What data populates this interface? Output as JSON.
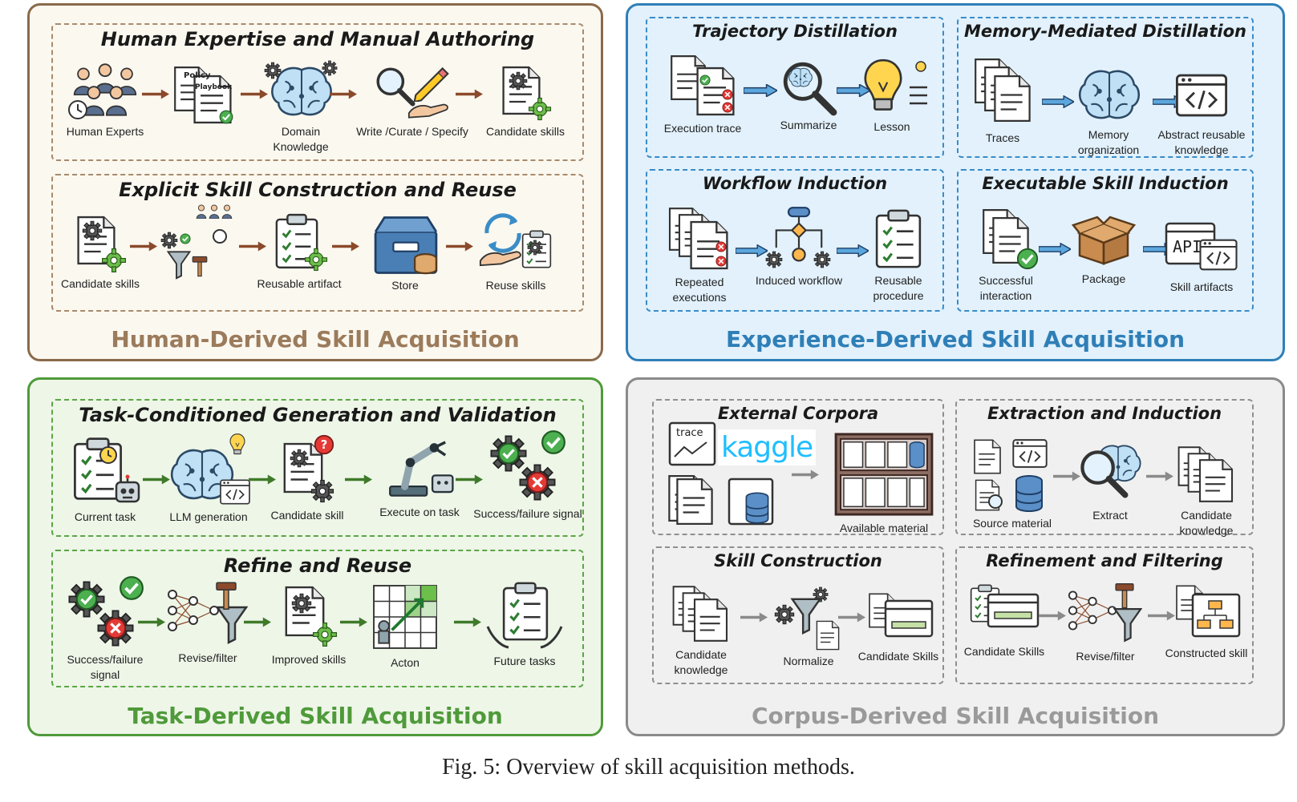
{
  "quadrants": {
    "human": {
      "title": "Human-Derived Skill Acquisition",
      "panels": [
        {
          "title": "Human Expertise and Manual Authoring",
          "steps": [
            "Human Experts",
            "",
            "Domain Knowledge",
            "Write /Curate / Specify",
            "Candidate skills"
          ],
          "doc_tags": [
            "Policy",
            "Playbook"
          ]
        },
        {
          "title": "Explicit Skill Construction and Reuse",
          "steps": [
            "Candidate skills",
            "",
            "Reusable artifact",
            "Store",
            "Reuse skills"
          ]
        }
      ]
    },
    "experience": {
      "title": "Experience-Derived Skill Acquisition",
      "panels": [
        {
          "title": "Trajectory Distillation",
          "steps": [
            "Execution trace",
            "Summarize",
            "Lesson"
          ]
        },
        {
          "title": "Memory-Mediated Distillation",
          "steps": [
            "Traces",
            "Memory organization",
            "Abstract reusable knowledge"
          ]
        },
        {
          "title": "Workflow Induction",
          "steps": [
            "Repeated executions",
            "Induced workflow",
            "Reusable procedure"
          ]
        },
        {
          "title": "Executable Skill Induction",
          "steps": [
            "Successful interaction",
            "Package",
            "Skill artifacts"
          ],
          "api_tag": "API"
        }
      ]
    },
    "task": {
      "title": "Task-Derived Skill Acquisition",
      "panels": [
        {
          "title": "Task-Conditioned Generation and Validation",
          "steps": [
            "Current task",
            "LLM generation",
            "Candidate skill",
            "Execute on task",
            "Success/failure signal"
          ]
        },
        {
          "title": "Refine and Reuse",
          "steps": [
            "Success/failure signal",
            "Revise/filter",
            "Improved skills",
            "Acton",
            "Future tasks"
          ]
        }
      ]
    },
    "corpus": {
      "title": "Corpus-Derived Skill Acquisition",
      "panels": [
        {
          "title": "External Corpora",
          "steps": [
            "Available material"
          ],
          "logo": "kaggle",
          "trace_tag": "trace"
        },
        {
          "title": "Extraction and Induction",
          "steps": [
            "Source material",
            "Extract",
            "Candidate knowledge"
          ]
        },
        {
          "title": "Skill Construction",
          "steps": [
            "Candidate knowledge",
            "Normalize",
            "Candidate Skills"
          ]
        },
        {
          "title": "Refinement and Filtering",
          "steps": [
            "Candidate Skills",
            "Revise/filter",
            "Constructed skill"
          ]
        }
      ]
    }
  },
  "caption": "Fig. 5: Overview of skill acquisition methods.",
  "colors": {
    "human_accent": "#9b7b5b",
    "experience_accent": "#2f7fb7",
    "task_accent": "#4f9a3a",
    "corpus_accent": "#9a9a9a",
    "human_arrow": "#8b4a2b",
    "experience_arrow": "#3a8cc7",
    "task_arrow": "#3f7a2a",
    "corpus_arrow": "#8a8a8a"
  }
}
